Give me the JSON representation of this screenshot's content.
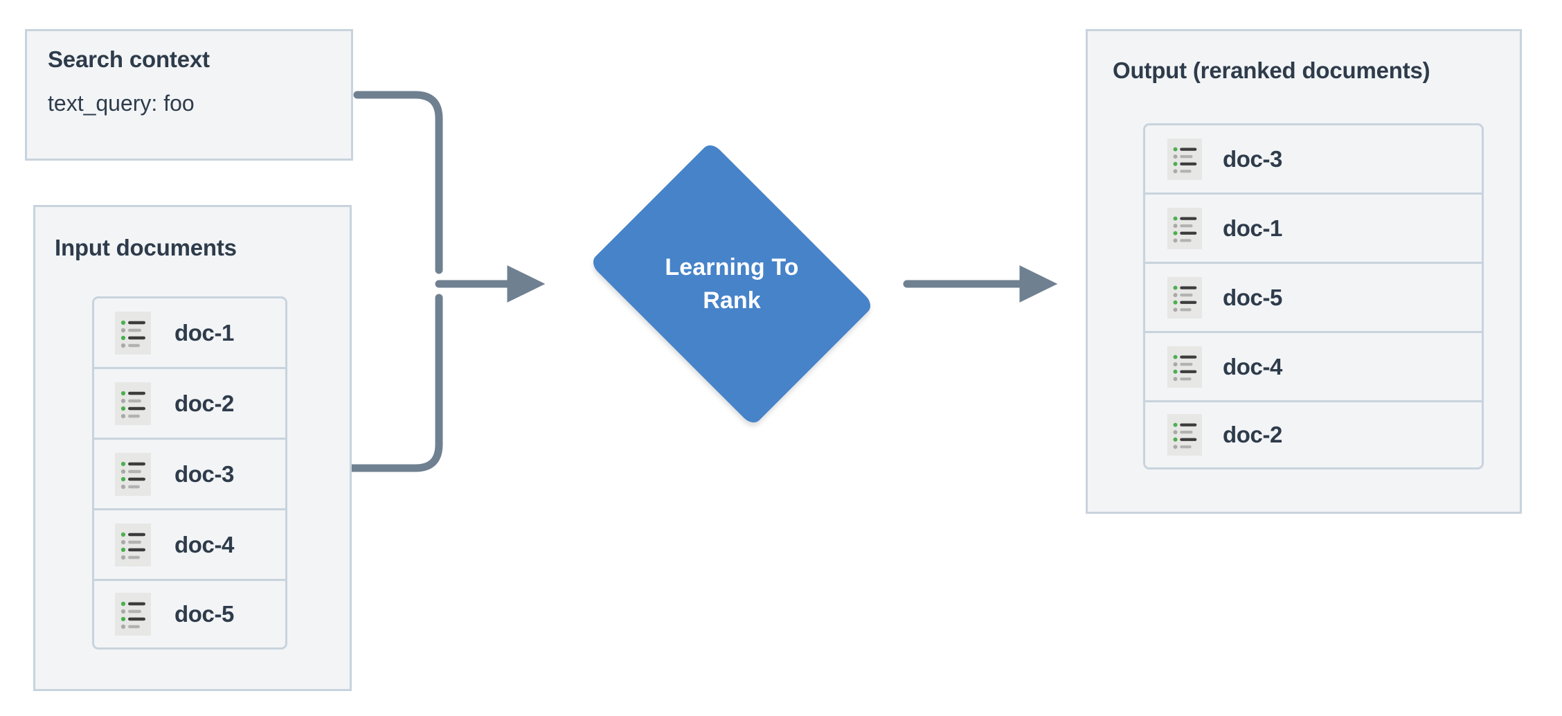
{
  "diagram": {
    "title": "Learning To Rank reranking flow",
    "colors": {
      "panel_bg": "#f2f4f6",
      "panel_border": "#c8d3dd",
      "text": "#2e3b4a",
      "accent_blue": "#4683c9",
      "connector": "#6f8091",
      "icon_bg": "#e7e7e5",
      "icon_bullet_green": "#4caf50",
      "icon_bullet_gray": "#a9a9a9",
      "icon_line_dark": "#3c3c3c",
      "icon_line_gray": "#b2b2b2"
    }
  },
  "search_context": {
    "title": "Search context",
    "query": "text_query: foo"
  },
  "input_documents": {
    "title": "Input documents",
    "docs": [
      {
        "label": "doc-1",
        "icon": "list-document-icon"
      },
      {
        "label": "doc-2",
        "icon": "list-document-icon"
      },
      {
        "label": "doc-3",
        "icon": "list-document-icon"
      },
      {
        "label": "doc-4",
        "icon": "list-document-icon"
      },
      {
        "label": "doc-5",
        "icon": "list-document-icon"
      }
    ]
  },
  "process": {
    "label_line_1": "Learning To",
    "label_line_2": "Rank",
    "shape": "diamond"
  },
  "output": {
    "title": "Output (reranked documents)",
    "docs": [
      {
        "label": "doc-3",
        "icon": "list-document-icon"
      },
      {
        "label": "doc-1",
        "icon": "list-document-icon"
      },
      {
        "label": "doc-5",
        "icon": "list-document-icon"
      },
      {
        "label": "doc-4",
        "icon": "list-document-icon"
      },
      {
        "label": "doc-2",
        "icon": "list-document-icon"
      }
    ]
  },
  "connectors": [
    {
      "name": "search-context-to-ltr",
      "from": "search_context",
      "to": "process",
      "style": "elbow-arrow"
    },
    {
      "name": "input-documents-to-ltr",
      "from": "input_documents",
      "to": "process",
      "style": "elbow-arrow"
    },
    {
      "name": "ltr-to-output",
      "from": "process",
      "to": "output",
      "style": "straight-arrow"
    }
  ]
}
